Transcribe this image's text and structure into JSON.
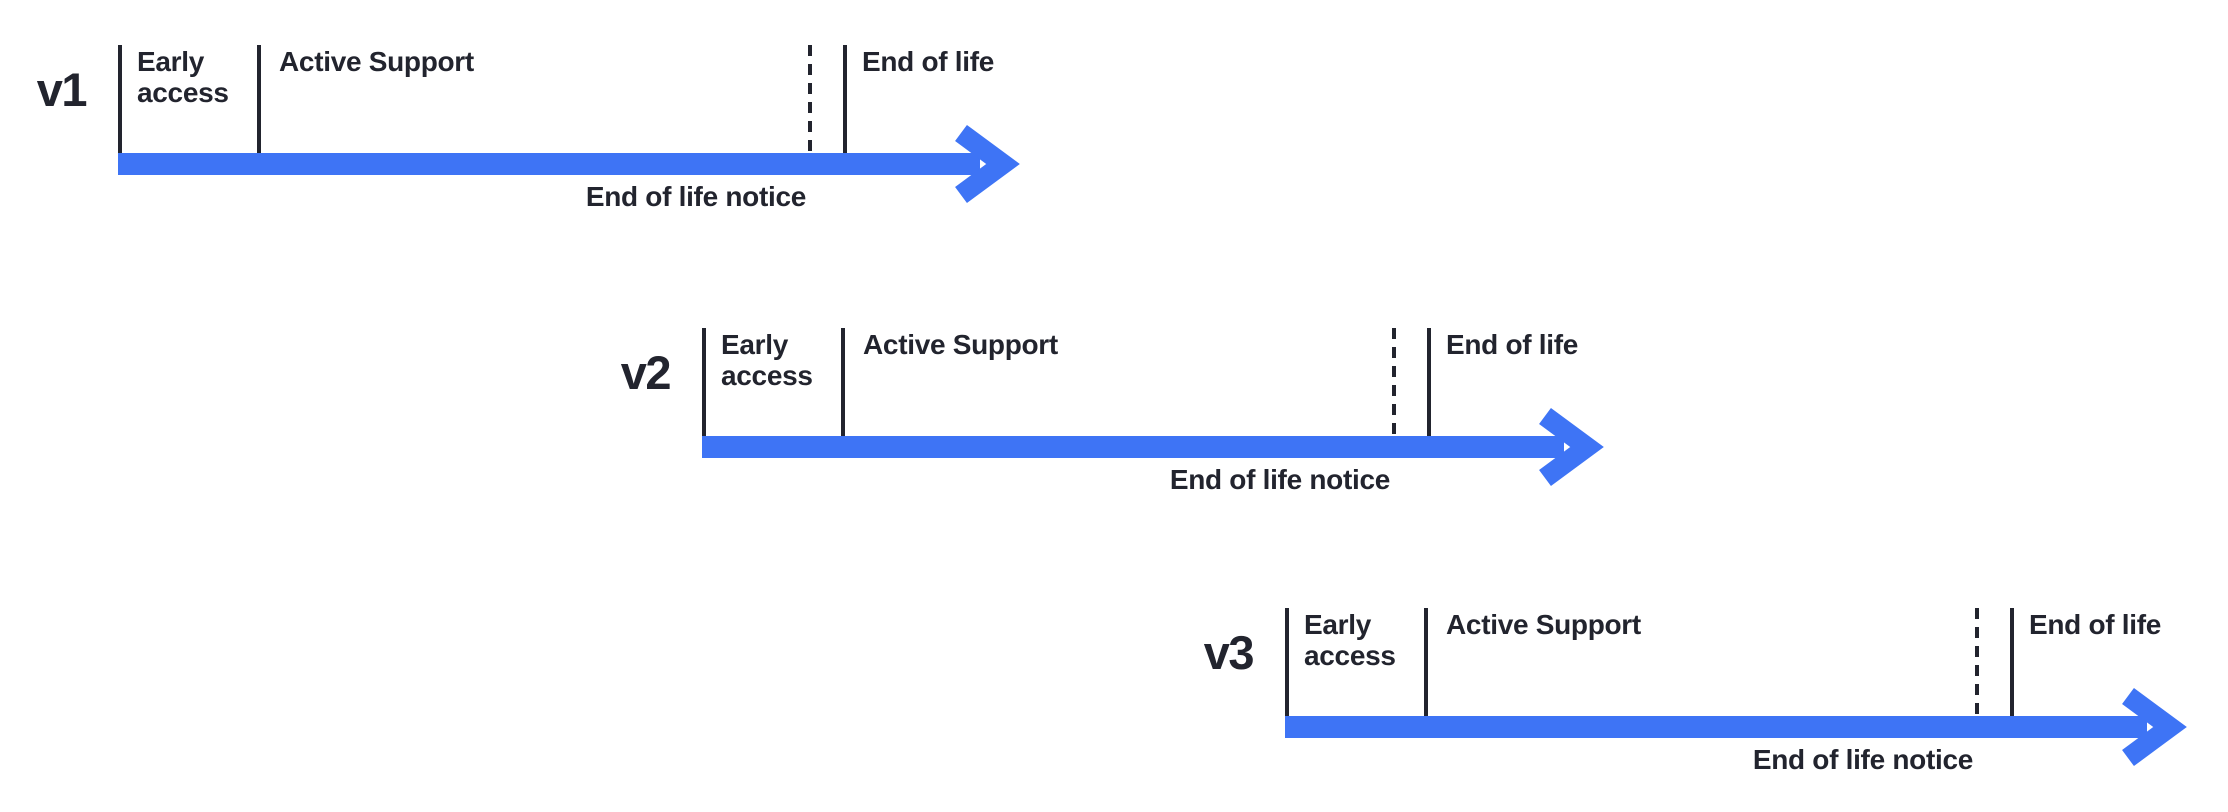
{
  "diagram": {
    "description": "Version release lifecycle timelines",
    "colors": {
      "accent_blue": "#3E74F5",
      "ink": "#22242E",
      "background": "#FFFFFF"
    },
    "phase_labels": {
      "early_access": "Early access",
      "active_support": "Active Support",
      "end_of_life": "End of life",
      "end_of_life_notice": "End of life notice"
    },
    "versions": [
      {
        "name": "v1"
      },
      {
        "name": "v2"
      },
      {
        "name": "v3"
      }
    ]
  }
}
